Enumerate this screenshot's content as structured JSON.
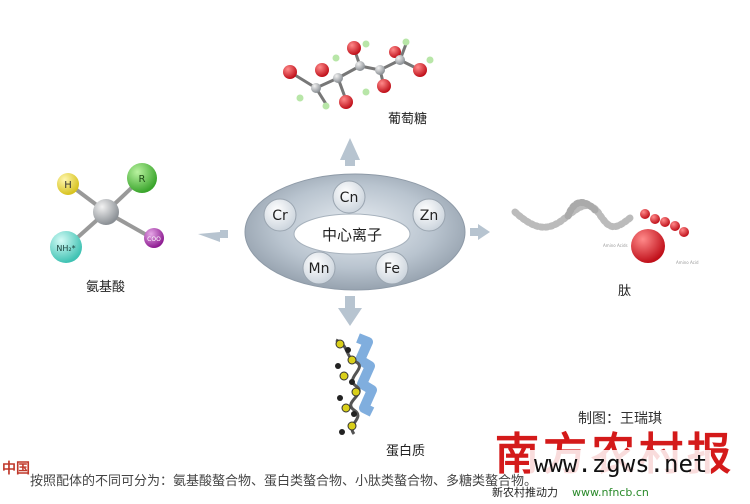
{
  "center": {
    "label": "中心离子",
    "ions": [
      "Cr",
      "Cn",
      "Zn",
      "Mn",
      "Fe"
    ]
  },
  "nodes": {
    "top": "葡萄糖",
    "left": "氨基酸",
    "right": "肽",
    "bottom": "蛋白质"
  },
  "amino_acid_atoms": [
    "H",
    "R",
    "NH₂*",
    "COO"
  ],
  "peptide_labels": [
    "Amino Acids",
    "Amino Acid"
  ],
  "credit": "制图：王瑞琪",
  "caption": "按照配体的不同可分为：氨基酸螯合物、蛋白类螯合物、小肽类螯合物、多糖类螯合物。",
  "brand": "南方农村报",
  "watermark": "www.zgws.net",
  "tagline_left": "新农村推动力",
  "tagline_right": "www.nfncb.cn",
  "badge": "中国"
}
